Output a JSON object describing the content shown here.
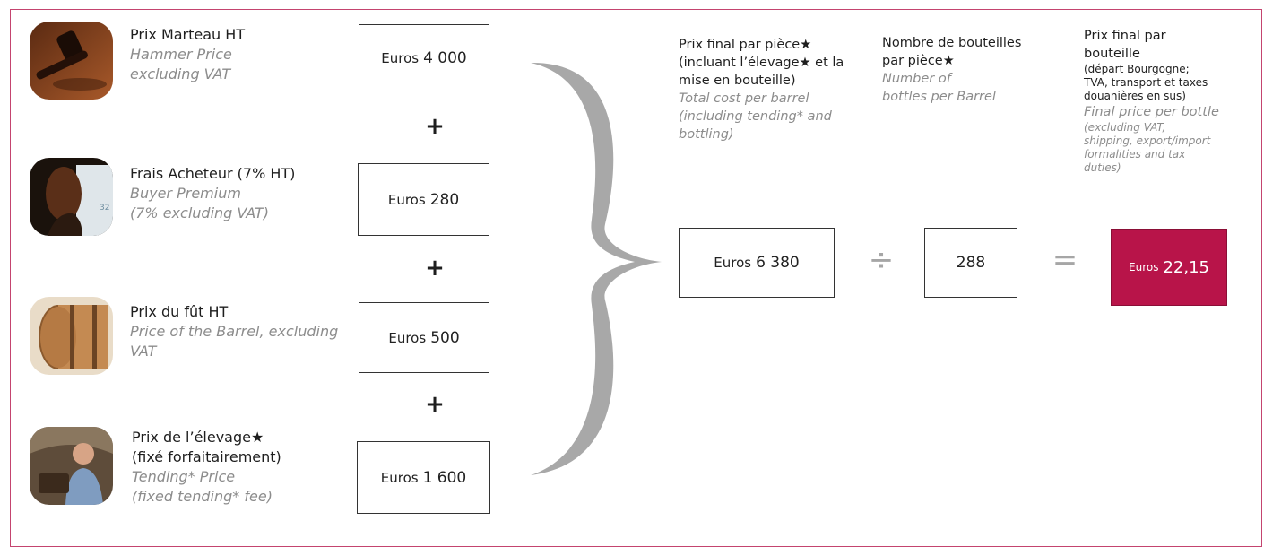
{
  "items": [
    {
      "label_fr": "Prix Marteau HT",
      "label_en_1": "Hammer Price",
      "label_en_2": "excluding VAT",
      "currency": "Euros",
      "amount": "4 000",
      "thumb_icon": "gavel-icon"
    },
    {
      "label_fr": "Frais Acheteur (7% HT)",
      "label_en_1": "Buyer Premium",
      "label_en_2": "(7% excluding VAT)",
      "currency": "Euros",
      "amount": "280",
      "thumb_icon": "buyer-photo-icon",
      "thumb_text": "32"
    },
    {
      "label_fr": "Prix du fût HT",
      "label_en_1": "Price of the Barrel, excluding",
      "label_en_2": "VAT",
      "currency": "Euros",
      "amount": "500",
      "thumb_icon": "barrel-icon"
    },
    {
      "label_fr_1": "Prix de l’élevage★",
      "label_fr_2": "(fixé forfaitairement)",
      "label_en_1": "Tending* Price",
      "label_en_2": "(fixed tending* fee)",
      "currency": "Euros",
      "amount": "1 600",
      "thumb_icon": "cellar-master-icon"
    }
  ],
  "plus_sign": "+",
  "headers": {
    "total": {
      "fr_1": "Prix final par pièce★",
      "fr_2": "(incluant l’élevage★ et la",
      "fr_3": "mise en bouteille)",
      "en_1": "Total cost per barrel",
      "en_2": "(including tending* and",
      "en_3": "bottling)"
    },
    "bottles": {
      "fr_1": "Nombre de bouteilles",
      "fr_2": "par pièce★",
      "en_1": "Number of",
      "en_2": "bottles per Barrel"
    },
    "final": {
      "fr_1": "Prix final par",
      "fr_2": "bouteille",
      "fr_3": "(départ Bourgogne;",
      "fr_4": "TVA, transport et taxes",
      "fr_5": "douanières en sus)",
      "en_1": "Final price per bottle",
      "en_2": "(excluding VAT,",
      "en_3": "shipping, export/import",
      "en_4": "formalities and tax",
      "en_5": "duties)"
    }
  },
  "total": {
    "currency": "Euros",
    "amount": "6 380"
  },
  "divide_sign": "÷",
  "bottles": {
    "amount": "288"
  },
  "equals_sign": "=",
  "result": {
    "currency": "Euros",
    "amount": "22,15"
  },
  "colors": {
    "accent": "#b81449",
    "frame": "#c4446f",
    "brace": "#a8a8a8",
    "english_text": "#8c8c8c"
  }
}
